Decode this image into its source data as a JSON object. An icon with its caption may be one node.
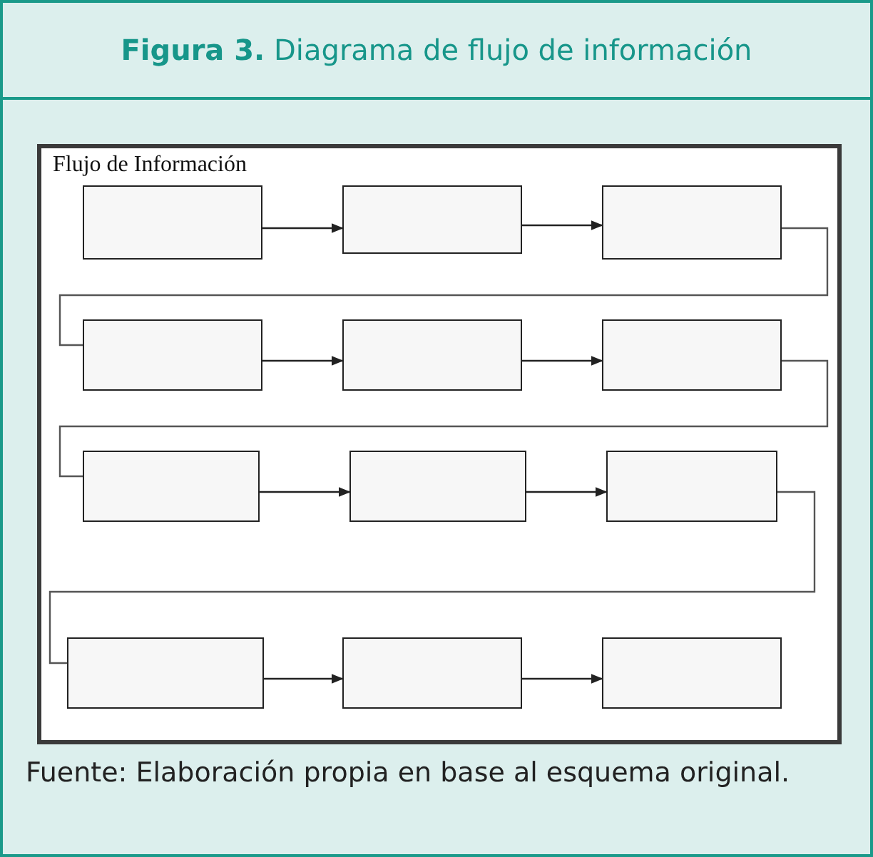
{
  "diagram": {
    "title": "**Figura 3.** Diagrama de flujo de información",
    "caption": "Fuente: Elaboración propia en base al esquema original.",
    "nodes": [
      {
        "text": [
          "Flujo de Información"
        ]
      },
      {
        "text": [],
        "shape": "box",
        "in": 0
      },
      {
        "text": [],
        "shape": "box",
        "in": 0
      },
      {
        "text": [],
        "shape": "box",
        "in": 0
      },
      {
        "text": [],
        "shape": "box",
        "in": 0
      },
      {
        "text": [],
        "shape": "box",
        "in": 0
      },
      {
        "text": [],
        "shape": "box",
        "in": 0
      },
      {
        "text": [],
        "shape": "box",
        "in": 0
      },
      {
        "text": [],
        "shape": "box",
        "in": 0
      },
      {
        "text": [],
        "shape": "box",
        "in": 0
      },
      {
        "text": [],
        "shape": "box",
        "in": 0
      },
      {
        "text": [],
        "shape": "box",
        "in": 0
      },
      {
        "text": [],
        "shape": "box",
        "in": 0
      }
    ],
    "edges": [
      {
        "from": 1,
        "to": 2,
        "arrow": "to"
      },
      {
        "from": 2,
        "to": 3,
        "arrow": "to"
      },
      {
        "from": 3,
        "to": 4,
        "arrow": "none"
      },
      {
        "from": 4,
        "to": 5,
        "arrow": "to"
      },
      {
        "from": 5,
        "to": 6,
        "arrow": "to"
      },
      {
        "from": 6,
        "to": 7,
        "arrow": "none"
      },
      {
        "from": 7,
        "to": 8,
        "arrow": "to"
      },
      {
        "from": 8,
        "to": 9,
        "arrow": "to"
      },
      {
        "from": 9,
        "to": 10,
        "arrow": "none"
      },
      {
        "from": 10,
        "to": 11,
        "arrow": "to"
      },
      {
        "from": 11,
        "to": 12,
        "arrow": "to"
      }
    ]
  }
}
